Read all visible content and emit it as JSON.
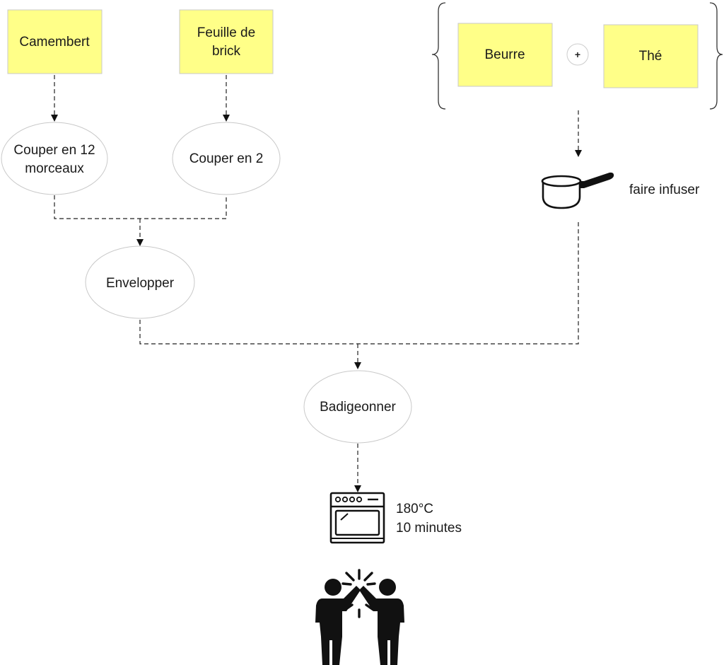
{
  "ingredients": {
    "camembert": "Camembert",
    "brick_line1": "Feuille de",
    "brick_line2": "brick",
    "beurre": "Beurre",
    "the": "Thé",
    "plus": "+"
  },
  "steps": {
    "cut12_line1": "Couper en 12",
    "cut12_line2": "morceaux",
    "cut2": "Couper en 2",
    "envelopper": "Envelopper",
    "badigeonner": "Badigeonner",
    "infuser": "faire infuser"
  },
  "oven": {
    "temperature": "180°C",
    "duration": "10 minutes"
  },
  "icons": [
    "saucepan-icon",
    "oven-icon",
    "high-five-icon"
  ],
  "colors": {
    "note_fill": "#ffff88",
    "oval_stroke": "#c9c9c9",
    "line": "#222222"
  }
}
